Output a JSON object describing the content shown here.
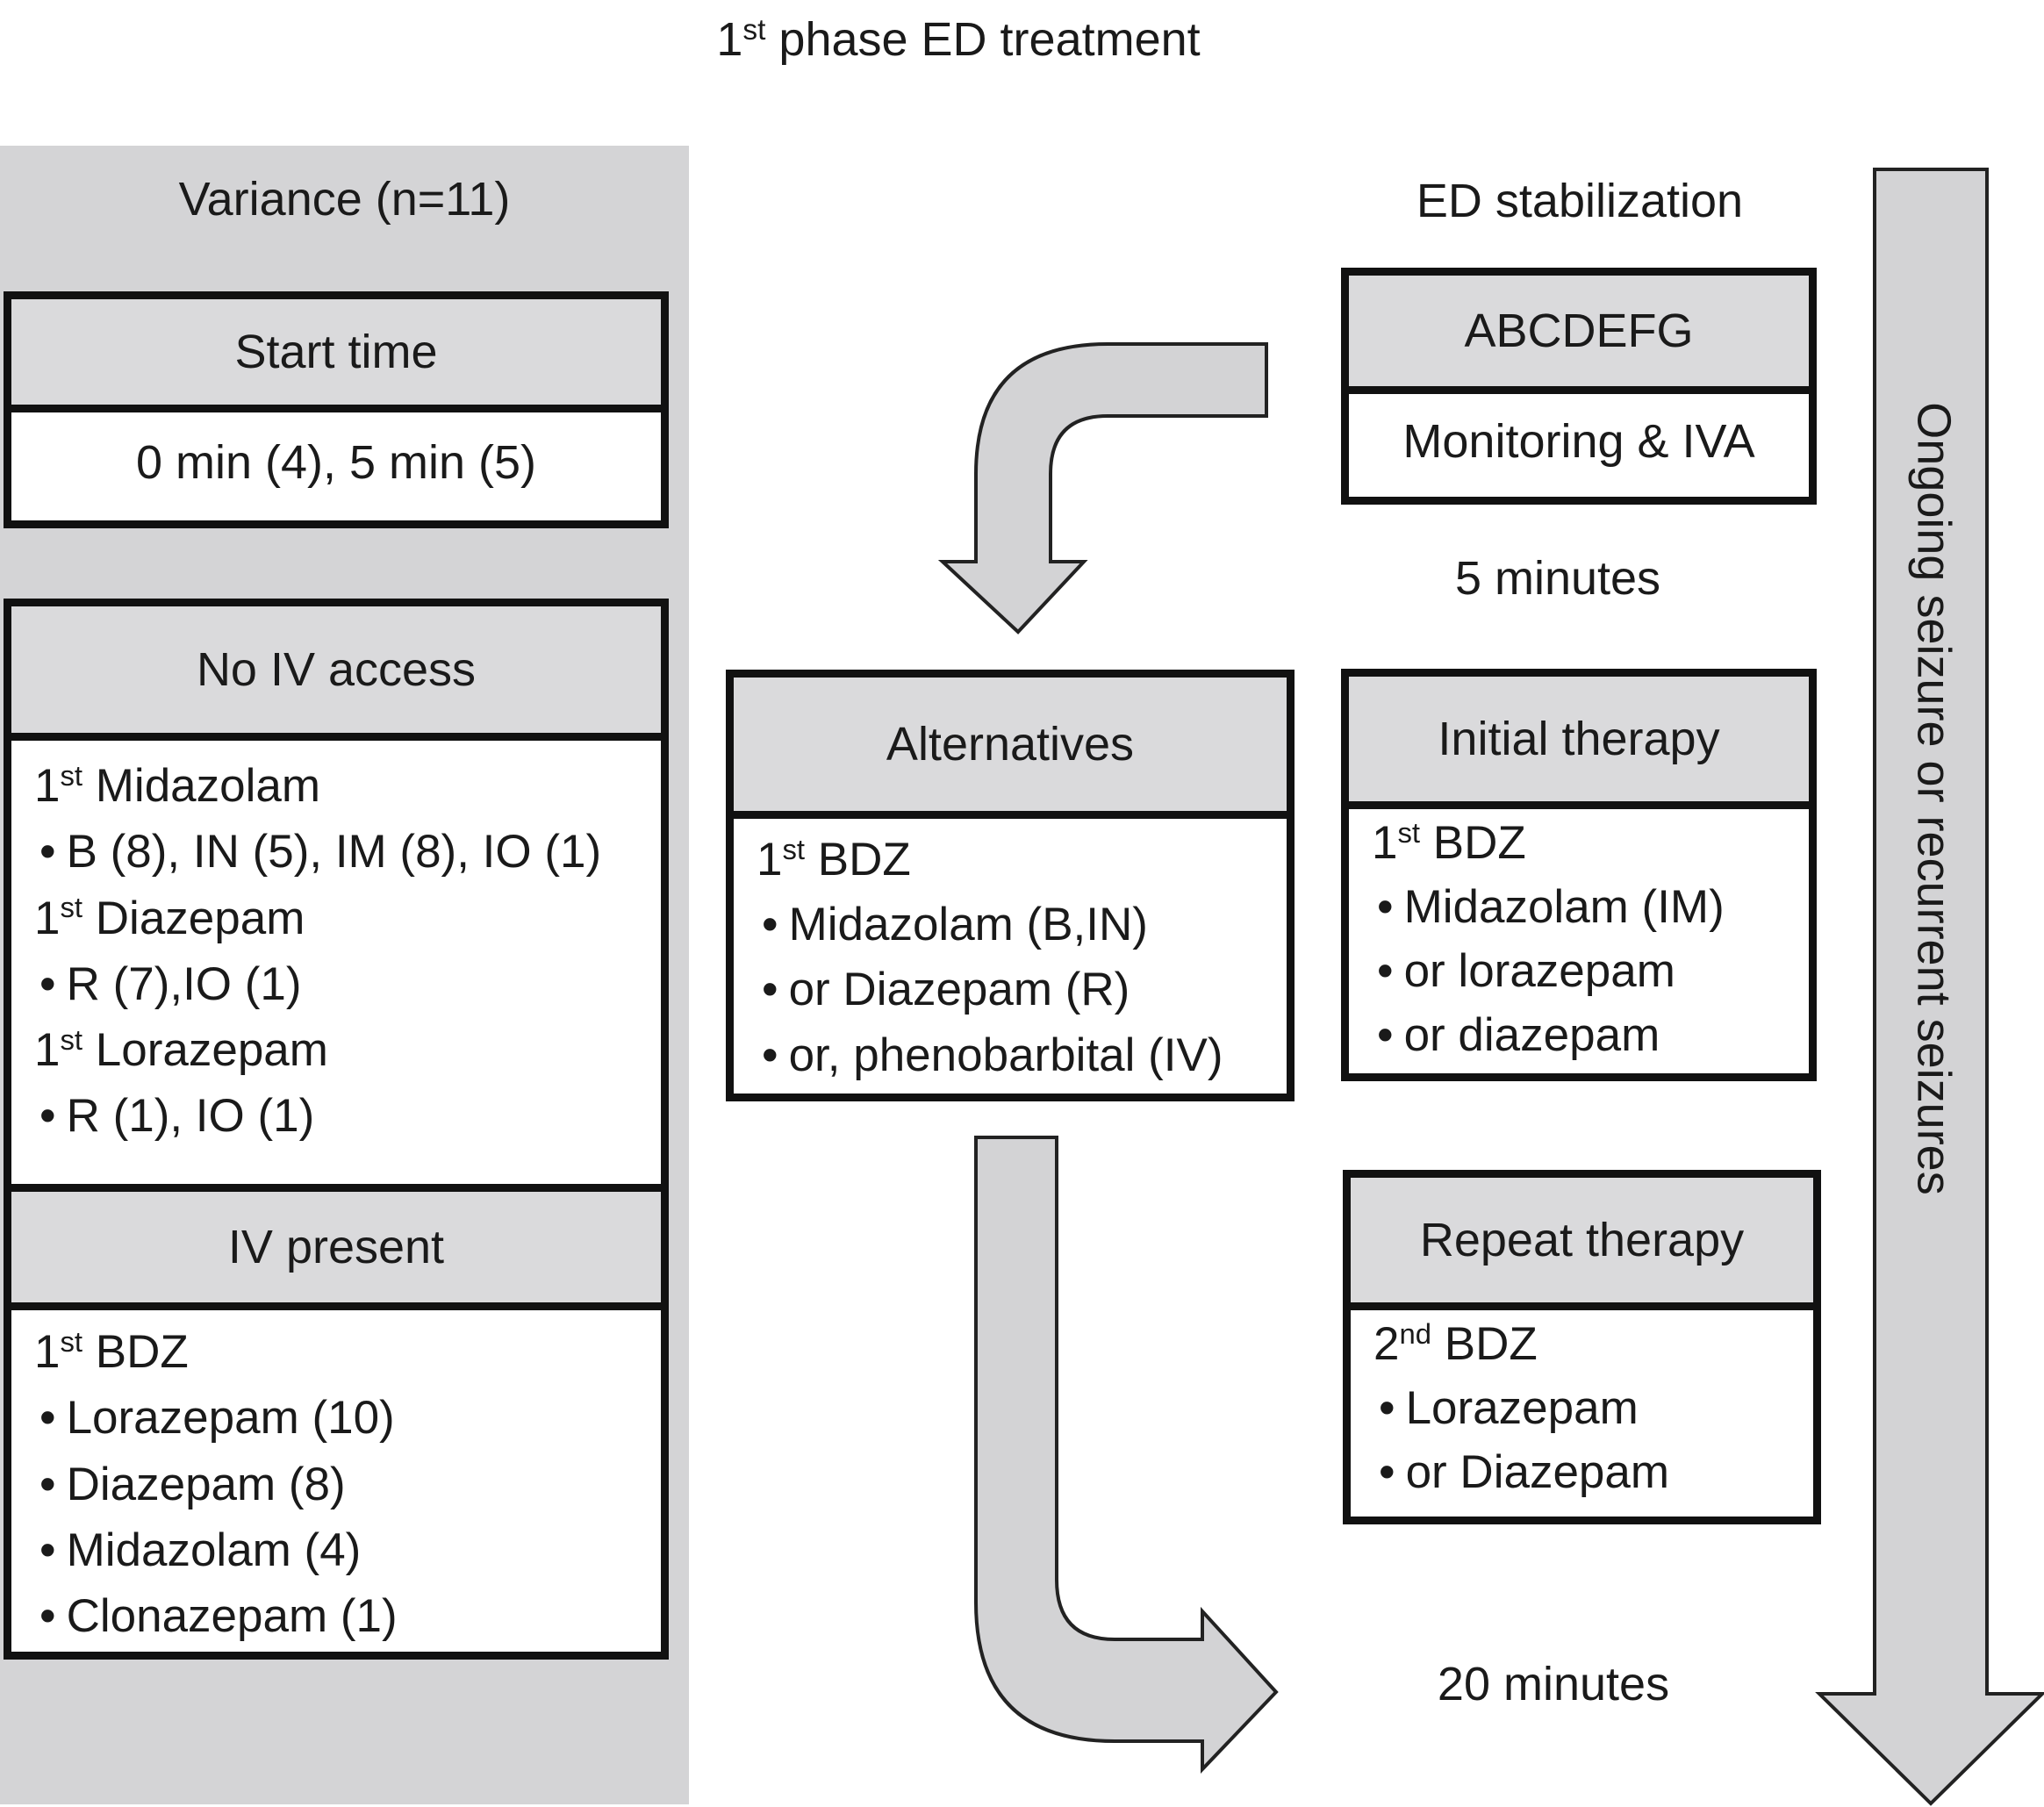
{
  "title": {
    "prefix": "1",
    "sup": "st",
    "rest": " phase ED treatment"
  },
  "variance_panel": {
    "title": "Variance (n=11)",
    "start_time": {
      "header": "Start time",
      "body": "0 min (4), 5 min (5)"
    },
    "no_iv_access": {
      "header": "No IV access",
      "lines": [
        {
          "prefix": "1",
          "sup": "st",
          "text": " Midazolam",
          "bullet": false
        },
        {
          "text": "B (8), IN (5), IM (8), IO (1)",
          "bullet": true
        },
        {
          "prefix": "1",
          "sup": "st",
          "text": " Diazepam",
          "bullet": false
        },
        {
          "text": "R (7),IO (1)",
          "bullet": true
        },
        {
          "prefix": "1",
          "sup": "st",
          "text": " Lorazepam",
          "bullet": false
        },
        {
          "text": "R (1), IO (1)",
          "bullet": true
        }
      ]
    },
    "iv_present": {
      "header": "IV present",
      "lines": [
        {
          "prefix": "1",
          "sup": "st",
          "text": " BDZ",
          "bullet": false
        },
        {
          "text": "Lorazepam (10)",
          "bullet": true
        },
        {
          "text": "Diazepam (8)",
          "bullet": true
        },
        {
          "text": "Midazolam (4)",
          "bullet": true
        },
        {
          "text": "Clonazepam (1)",
          "bullet": true
        }
      ]
    }
  },
  "alternatives": {
    "header": "Alternatives",
    "lines": [
      {
        "prefix": "1",
        "sup": "st",
        "text": " BDZ",
        "bullet": false
      },
      {
        "text": "Midazolam (B,IN)",
        "bullet": true
      },
      {
        "text": "or Diazepam (R)",
        "bullet": true
      },
      {
        "text": "or, phenobarbital (IV)",
        "bullet": true
      }
    ]
  },
  "ed_stabilization": {
    "label": "ED stabilization",
    "header": "ABCDEFG",
    "body": "Monitoring & IVA"
  },
  "five_minutes": "5 minutes",
  "initial_therapy": {
    "header": "Initial therapy",
    "lines": [
      {
        "prefix": "1",
        "sup": "st",
        "text": " BDZ",
        "bullet": false
      },
      {
        "text": "Midazolam (IM)",
        "bullet": true
      },
      {
        "text": "or lorazepam",
        "bullet": true
      },
      {
        "text": "or diazepam",
        "bullet": true
      }
    ]
  },
  "repeat_therapy": {
    "header": "Repeat therapy",
    "lines": [
      {
        "prefix": "2",
        "sup": "nd",
        "text": " BDZ",
        "bullet": false
      },
      {
        "text": "Lorazepam",
        "bullet": true
      },
      {
        "text": "or Diazepam",
        "bullet": true
      }
    ]
  },
  "twenty_minutes": "20 minutes",
  "ongoing_label": "Ongoing seizure or recurrent seizures",
  "colors": {
    "panel": "#d4d4d6",
    "header_fill": "#dadadc",
    "arrow_fill": "#d3d3d5",
    "border": "#111111"
  }
}
